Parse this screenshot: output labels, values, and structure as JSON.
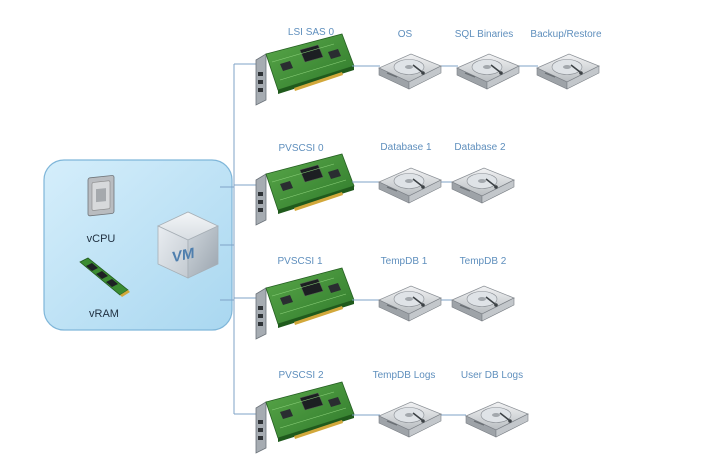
{
  "host": {
    "cpu_label": "vCPU",
    "ram_label": "vRAM",
    "vm_logo": "VM",
    "cpu_icon": "cpu-chip-icon",
    "ram_icon": "ram-module-icon",
    "vm_icon": "vm-cube-icon"
  },
  "controllers": [
    {
      "label": "LSI SAS 0",
      "disks": [
        "OS",
        "SQL Binaries",
        "Backup/Restore"
      ]
    },
    {
      "label": "PVSCSI 0",
      "disks": [
        "Database 1",
        "Database 2"
      ]
    },
    {
      "label": "PVSCSI 1",
      "disks": [
        "TempDB 1",
        "TempDB 2"
      ]
    },
    {
      "label": "PVSCSI 2",
      "disks": [
        "TempDB Logs",
        "User DB Logs"
      ]
    }
  ],
  "icons": {
    "controller": "scsi-controller-card-icon",
    "disk": "hard-disk-icon"
  },
  "colors": {
    "accent": "#5f8fbd",
    "host_fill": "#b9def3",
    "card_pcb": "#3f8f36",
    "line": "#7fa3c7"
  }
}
